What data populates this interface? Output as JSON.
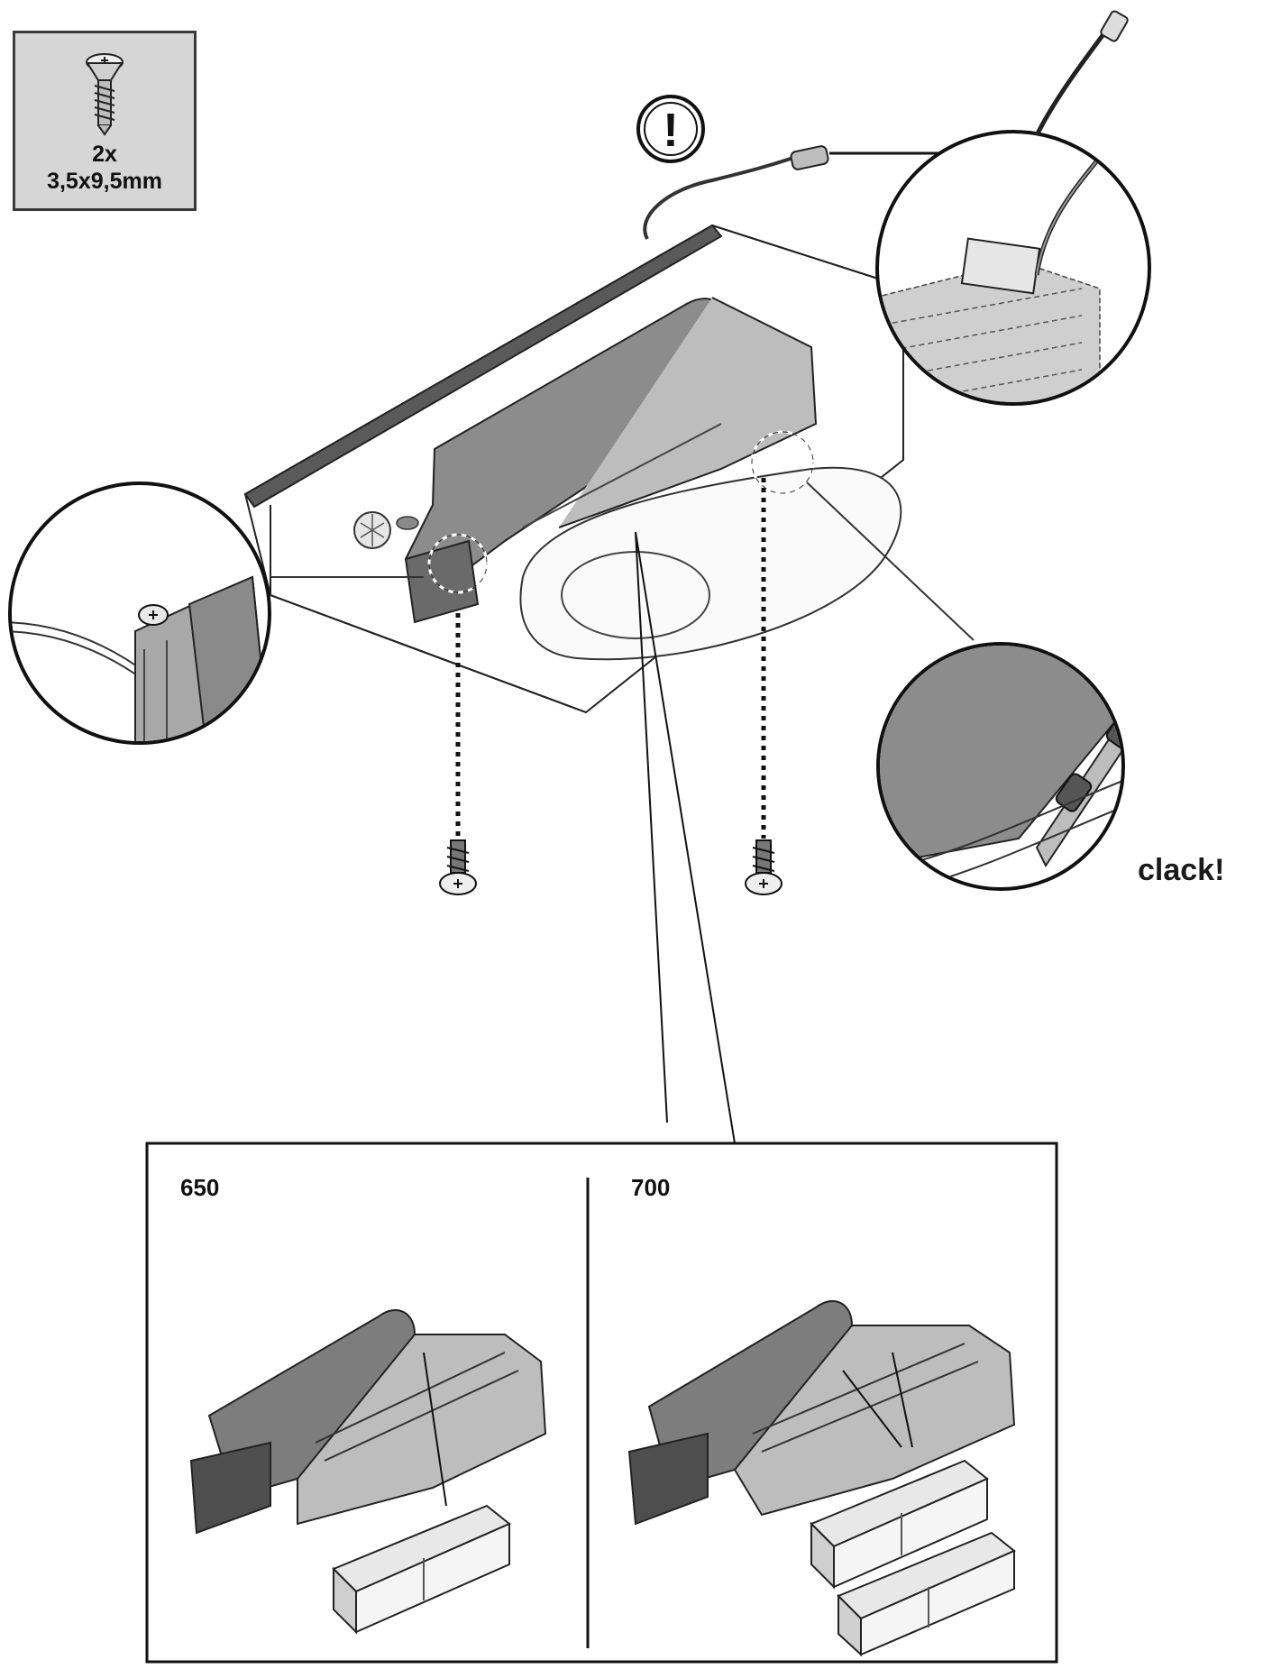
{
  "screw_spec": {
    "quantity": "2x",
    "size": "3,5x9,5mm",
    "icon": "screw-icon"
  },
  "warning": {
    "symbol": "!",
    "icon": "warning-icon"
  },
  "detail_views": {
    "snap_sound": "clack!"
  },
  "variants": [
    {
      "label": "650",
      "filter_count": 1
    },
    {
      "label": "700",
      "filter_count": 2
    }
  ],
  "colors": {
    "duct_dark": "#7d7d7d",
    "duct_mid": "#9a9a9a",
    "duct_light": "#bdbdbd",
    "panel_fill": "#d6d6d6",
    "line": "#2a2a2a"
  }
}
